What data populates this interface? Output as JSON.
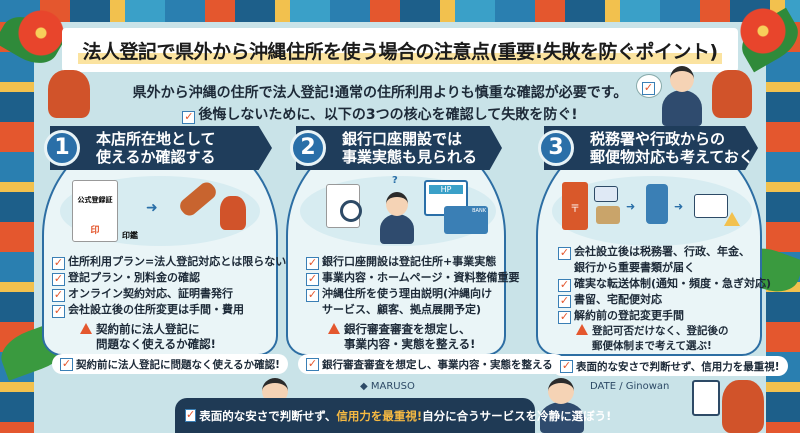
{
  "title": "法人登記で県外から沖縄住所を使う場合の注意点(重要!失敗を防ぐポイント)",
  "intro": {
    "line1": "県外から沖縄の住所で法人登記!通常の住所利用よりも慎重な確認が必要です。",
    "line2": "後悔しないために、以下の3つの核心を確認して失敗を防ぐ!"
  },
  "sections": [
    {
      "number": "1",
      "heading_line1": "本店所在地として",
      "heading_line2": "使えるか確認する",
      "illustration_labels": {
        "document": "公式登録証",
        "seal": "印",
        "seal_caption": "印鑑"
      },
      "bullets": [
        "住所利用プラン=法人登記対応とは限らない",
        "登記プラン・別料金の確認",
        "オンライン契約対応、証明書発行",
        "会社設立後の住所変更は手間・費用"
      ],
      "warning_line1": "契約前に法人登記に",
      "warning_line2": "問題なく使えるか確認!",
      "check": "契約前に法人登記に問題なく使えるか確認!"
    },
    {
      "number": "2",
      "heading_line1": "銀行口座開設では",
      "heading_line2": "事業実態も見られる",
      "illustration_labels": {
        "website": "HP",
        "card": "BANK",
        "question": "?"
      },
      "bullets": [
        "銀行口座開設は登記住所+事業実態",
        "事業内容・ホームページ・資料整備重要",
        "沖縄住所を使う理由説明(沖縄向け",
        "サービス、顧客、拠点展開予定)"
      ],
      "warning_line1": "銀行審査審査を想定し、",
      "warning_line2": "事業内容・実態を整える!",
      "check": "銀行審査審査を想定し、事業内容・実態を整える!"
    },
    {
      "number": "3",
      "heading_line1": "税務署や行政からの",
      "heading_line2": "郵便物対応も考えておく",
      "illustration_labels": {
        "postbox": "〒"
      },
      "bullets": [
        "会社設立後は税務署、行政、年金、",
        "銀行から重要書類が届く",
        "確実な転送体制(通知・頻度・急ぎ対応)",
        "書留、宅配便対応",
        "解約前の登記変更手間"
      ],
      "warning_line1": "登記可否だけなく、登記後の",
      "warning_line2": "郵便体制まで考えて選ぶ!",
      "check": "表面的な安さで判断せず、信用力を最重視!"
    }
  ],
  "footer": {
    "logo": "MARUSO",
    "date_place": "DATE / Ginowan",
    "banner_pre": "表面的な安さで判断せず、",
    "banner_highlight": "信用力を最重視!",
    "banner_post": " 自分に合うサービスを冷静に選ぼう!"
  },
  "colors": {
    "navy": "#1f3d5b",
    "accent_orange": "#e4572e",
    "highlight": "#f5b942",
    "background": "#c9e3e8"
  }
}
